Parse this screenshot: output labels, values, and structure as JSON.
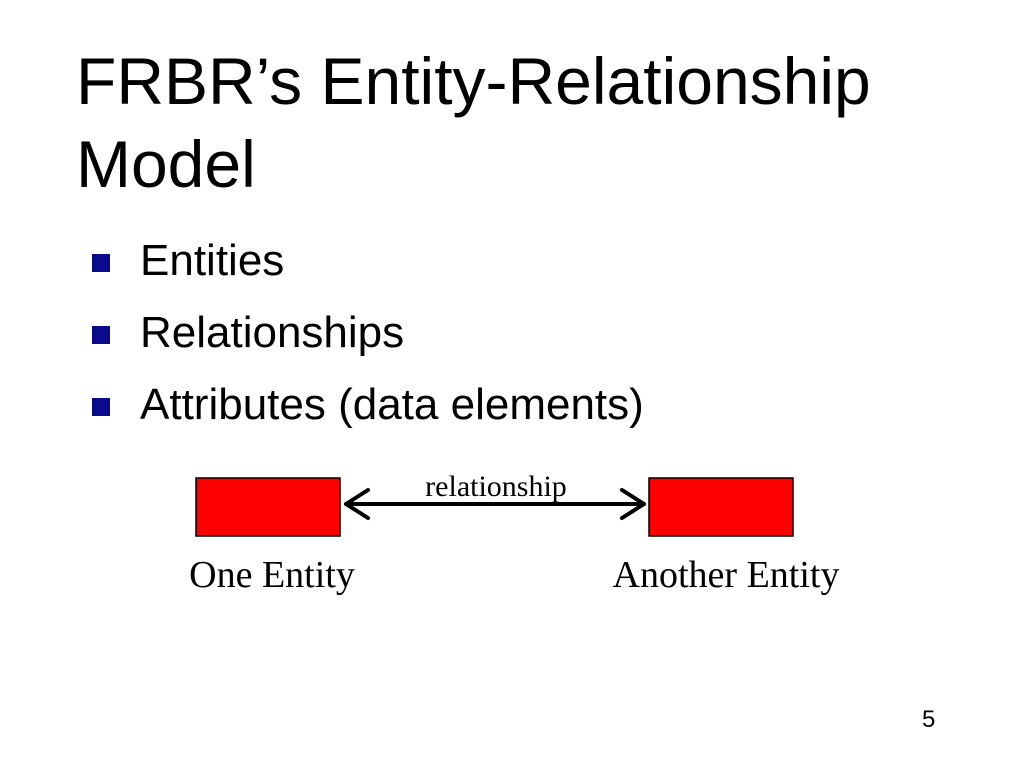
{
  "slide": {
    "title_line1": "FRBR’s Entity-Relationship",
    "title_line2": "Model",
    "bullets": [
      {
        "label": "Entities"
      },
      {
        "label": "Relationships"
      },
      {
        "label": "Attributes (data elements)"
      }
    ],
    "page_number": "5"
  },
  "diagram": {
    "left_entity_label": "One Entity",
    "right_entity_label": "Another Entity",
    "relationship_label": "relationship",
    "entity_fill_color": "#ff0000",
    "bullet_color": "#0a0a8c"
  }
}
